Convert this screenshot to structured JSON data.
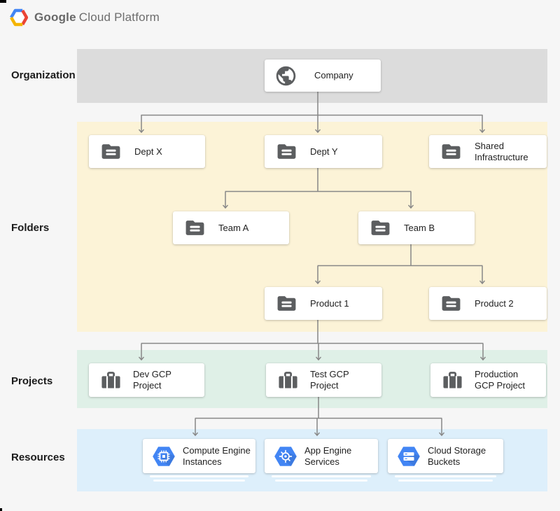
{
  "header": {
    "brand_google": "Google",
    "brand_rest": "Cloud Platform"
  },
  "rows": {
    "organization": "Organization",
    "folders": "Folders",
    "projects": "Projects",
    "resources": "Resources"
  },
  "nodes": {
    "company": {
      "label": "Company",
      "icon": "globe-icon"
    },
    "dept_x": {
      "label": "Dept X",
      "icon": "folder-icon"
    },
    "dept_y": {
      "label": "Dept Y",
      "icon": "folder-icon"
    },
    "shared_infrastructure": {
      "label": "Shared\nInfrastructure",
      "icon": "folder-icon"
    },
    "team_a": {
      "label": "Team A",
      "icon": "folder-icon"
    },
    "team_b": {
      "label": "Team B",
      "icon": "folder-icon"
    },
    "product_1": {
      "label": "Product 1",
      "icon": "folder-icon"
    },
    "product_2": {
      "label": "Product 2",
      "icon": "folder-icon"
    },
    "dev_gcp_project": {
      "label": "Dev GCP\nProject",
      "icon": "project-briefcase-icon"
    },
    "test_gcp_project": {
      "label": "Test GCP\nProject",
      "icon": "project-briefcase-icon"
    },
    "production_gcp_project": {
      "label": "Production\nGCP Project",
      "icon": "project-briefcase-icon"
    },
    "compute_engine": {
      "label": "Compute Engine\nInstances",
      "icon": "compute-engine-icon"
    },
    "app_engine": {
      "label": "App Engine\nServices",
      "icon": "app-engine-icon"
    },
    "cloud_storage": {
      "label": "Cloud Storage\nBuckets",
      "icon": "cloud-storage-icon"
    }
  },
  "colors": {
    "organization_band": "#dcdcdc",
    "folders_band": "#fcf3d7",
    "projects_band": "#dff0e7",
    "resources_band": "#ddeffb",
    "connector": "#878787",
    "icon_gray": "#5c5e60",
    "gcp_blue": "#4285f4",
    "logo_red": "#ea4335",
    "logo_yellow": "#f4b400"
  }
}
